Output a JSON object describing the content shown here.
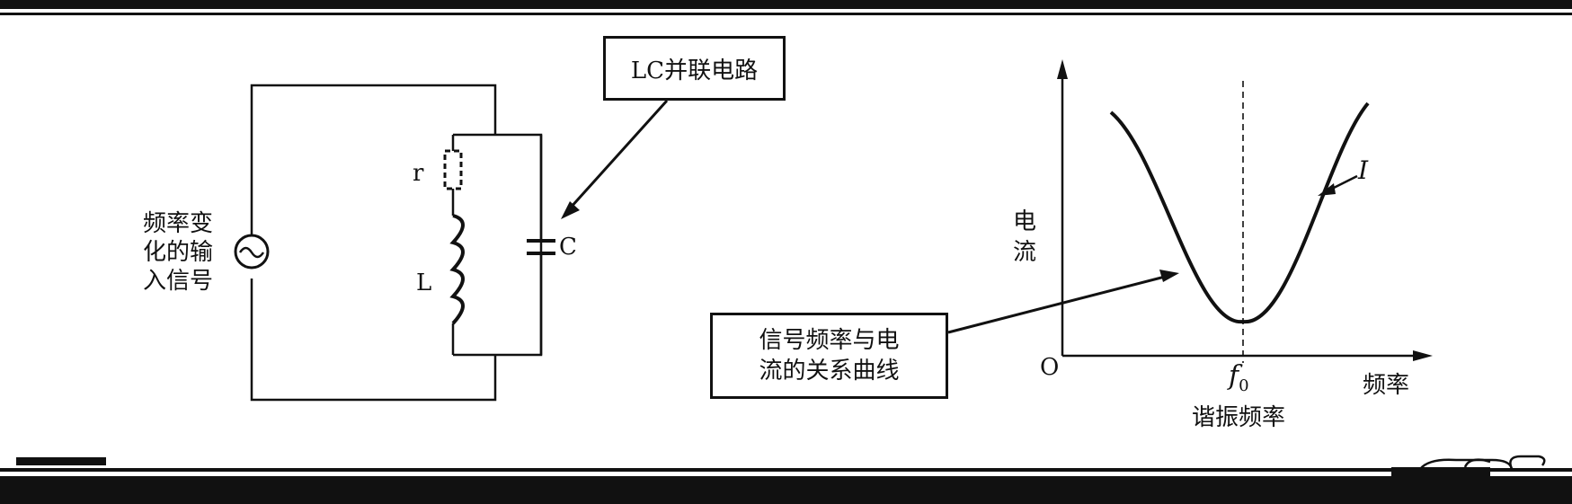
{
  "circuit": {
    "source_label": [
      "频率变",
      "化的输",
      "入信号"
    ],
    "resistor_label": "r",
    "inductor_label": "L",
    "capacitor_label": "C",
    "lc_callout": "LC并联电路"
  },
  "graph": {
    "y_axis_label": [
      "电",
      "流"
    ],
    "x_axis_label": "频率",
    "origin_label": "O",
    "f0_label": "f",
    "f0_subscript": "0",
    "resonance_label": "谐振频率",
    "curve_label": "I",
    "curve_callout": [
      "信号频率与电",
      "流的关系曲线"
    ]
  },
  "chart_data": {
    "type": "line",
    "xlabel": "频率",
    "ylabel": "电流",
    "series": [
      {
        "name": "I",
        "shape": "dip",
        "minimum_at": "f0"
      }
    ]
  }
}
